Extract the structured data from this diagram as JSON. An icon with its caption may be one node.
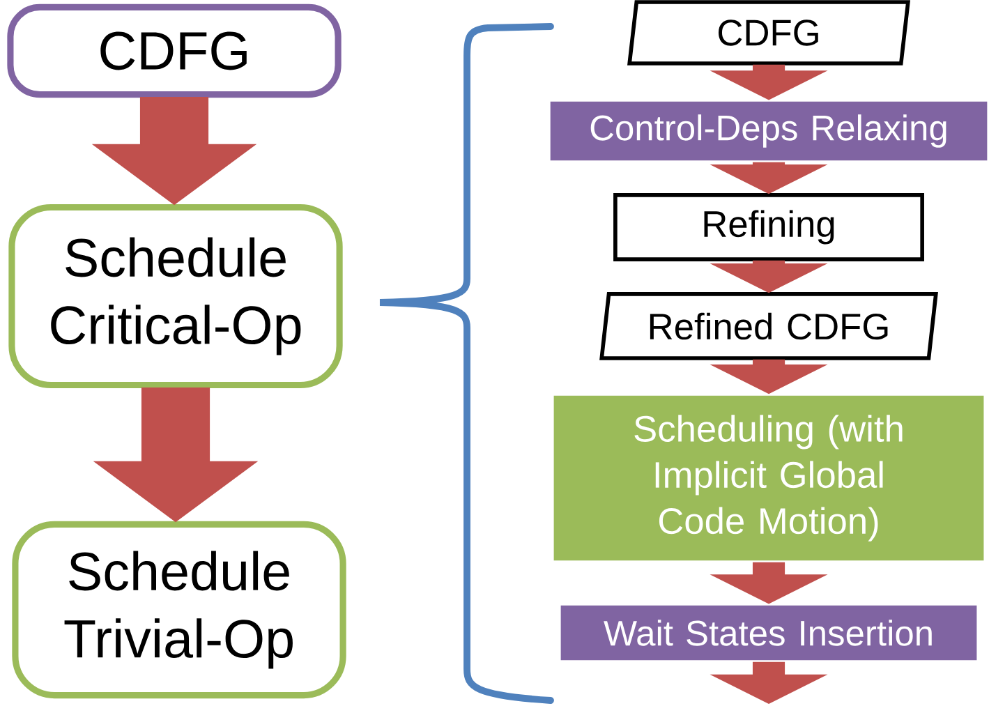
{
  "diagram": {
    "nodes": [
      {
        "text": [
          "CDFG"
        ]
      },
      {
        "text": [
          "Schedule Critical-Op"
        ]
      },
      {
        "text": [
          "Schedule Trivial-Op"
        ]
      },
      {
        "text": [
          "CDFG"
        ]
      },
      {
        "text": [
          "Control-Deps Relaxing"
        ]
      },
      {
        "text": [
          "Refining"
        ]
      },
      {
        "text": [
          "Refined CDFG"
        ]
      },
      {
        "text": [
          "Scheduling (with Implicit Global Code Motion)"
        ]
      },
      {
        "text": [
          "Wait States Insertion"
        ]
      }
    ],
    "edges": [
      {
        "from": 0,
        "to": 1,
        "arrow": "to",
        "style": "thick"
      },
      {
        "from": 1,
        "to": 2,
        "arrow": "to",
        "style": "thick"
      },
      {
        "from": 3,
        "to": 4,
        "arrow": "to",
        "style": "thick"
      },
      {
        "from": 4,
        "to": 5,
        "arrow": "to",
        "style": "thick"
      },
      {
        "from": 5,
        "to": 6,
        "arrow": "to",
        "style": "thick"
      },
      {
        "from": 6,
        "to": 7,
        "arrow": "to",
        "style": "thick"
      },
      {
        "from": 7,
        "to": 8,
        "arrow": "to",
        "style": "thick"
      },
      {
        "from": 8,
        "to": null,
        "arrow": "to",
        "style": "thick"
      }
    ]
  }
}
